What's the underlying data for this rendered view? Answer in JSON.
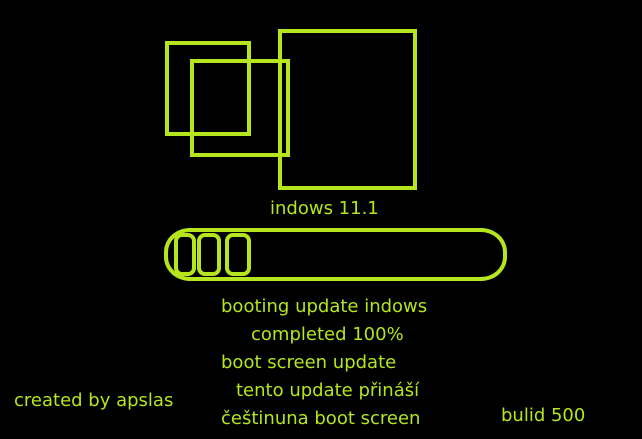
{
  "logo": {
    "icon": "windows-logo-icon",
    "color": "#b5e61d"
  },
  "os_title": "indows 11.1",
  "progress": {
    "segments_filled": 3,
    "color": "#b5e61d"
  },
  "status_lines": [
    "booting update indows",
    "completed 100%",
    "boot screen update",
    "tento update přináší",
    "češtinuna boot screen"
  ],
  "credit": "created by apslas",
  "build": "bulid 500",
  "colors": {
    "background": "#000000",
    "accent": "#b5e61d"
  }
}
